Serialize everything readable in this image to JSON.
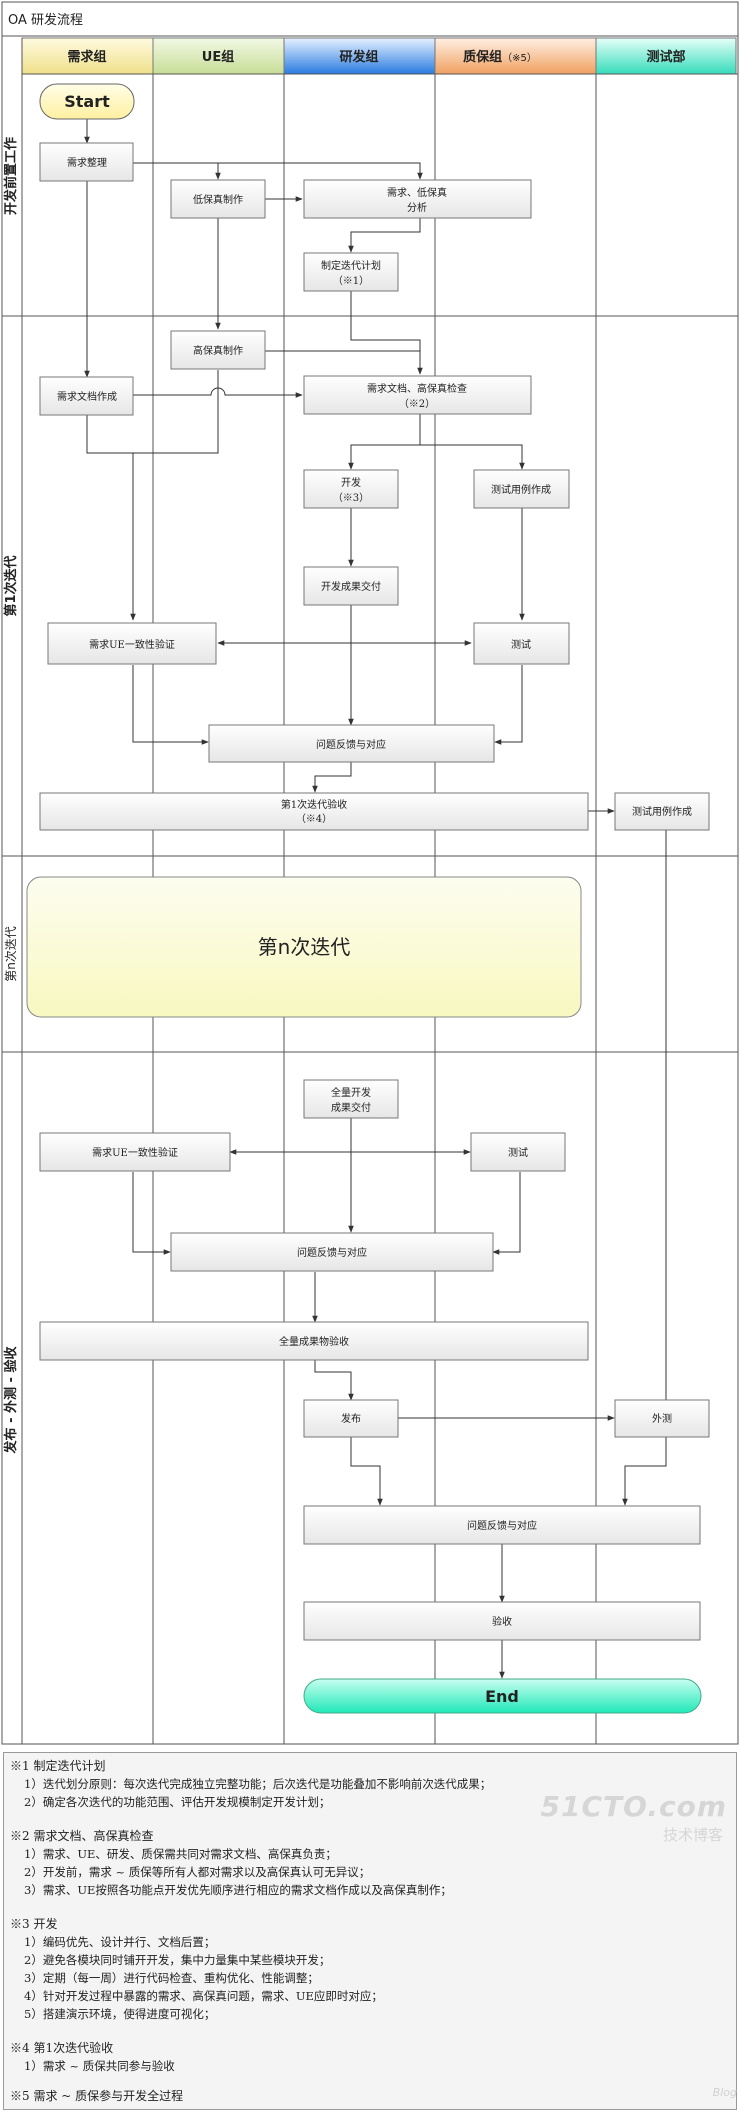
{
  "title": "OA 研发流程",
  "lanes": [
    {
      "label": "需求组",
      "sub": ""
    },
    {
      "label": "UE组",
      "sub": ""
    },
    {
      "label": "研发组",
      "sub": ""
    },
    {
      "label": "质保组",
      "sub": "（※5）"
    },
    {
      "label": "测试部",
      "sub": ""
    }
  ],
  "phases": [
    "开发前置工作",
    "第1次迭代",
    "第n次迭代",
    "发布 - 外测 - 验收"
  ],
  "nodes": {
    "start": "Start",
    "req_sort": "需求整理",
    "lofi": "低保真制作",
    "req_lofi_analysis_1": "需求、低保真",
    "req_lofi_analysis_2": "分析",
    "plan_1": "制定迭代计划",
    "plan_2": "（※1）",
    "hifi": "高保真制作",
    "req_doc": "需求文档作成",
    "doc_check_1": "需求文档、高保真检查",
    "doc_check_2": "（※2）",
    "dev_1": "开发",
    "dev_2": "（※3）",
    "testcase_1": "测试用例作成",
    "dev_deliver": "开发成果交付",
    "ue_verify_1": "需求UE一致性验证",
    "test_1": "测试",
    "feedback_1": "问题反馈与对应",
    "accept_1a": "第1次迭代验收",
    "accept_1b": "（※4）",
    "testcase_2": "测试用例作成",
    "iter_n": "第n次迭代",
    "full_deliver_1": "全量开发",
    "full_deliver_2": "成果交付",
    "ue_verify_2": "需求UE一致性验证",
    "test_2": "测试",
    "feedback_2": "问题反馈与对应",
    "full_accept": "全量成果物验收",
    "release": "发布",
    "ext_test": "外测",
    "feedback_3": "问题反馈与对应",
    "final_accept": "验收",
    "end": "End"
  },
  "notes": [
    {
      "title": "※1 制定迭代计划",
      "lines": [
        "1）迭代划分原则：每次迭代完成独立完整功能；后次迭代是功能叠加不影响前次迭代成果；",
        "2）确定各次迭代的功能范围、评估开发规模制定开发计划；"
      ]
    },
    {
      "title": "※2 需求文档、高保真检查",
      "lines": [
        "1）需求、UE、研发、质保需共同对需求文档、高保真负责；",
        "2）开发前，需求 ~ 质保等所有人都对需求以及高保真认可无异议；",
        "3）需求、UE按照各功能点开发优先顺序进行相应的需求文档作成以及高保真制作；"
      ]
    },
    {
      "title": "※3 开发",
      "lines": [
        "1）编码优先、设计并行、文档后置；",
        "2）避免各模块同时铺开开发，集中力量集中某些模块开发；",
        "3）定期（每一周）进行代码检查、重构优化、性能调整；",
        "4）针对开发过程中暴露的需求、高保真问题，需求、UE应即时对应；",
        "5）搭建演示环境，使得进度可视化；"
      ]
    },
    {
      "title": "※4 第1次迭代验收",
      "lines": [
        "1）需求 ~ 质保共同参与验收"
      ]
    },
    {
      "title": "※5 需求 ~ 质保参与开发全过程",
      "lines": []
    }
  ],
  "watermark": {
    "main": "51CTO.com",
    "sub": "技术博客",
    "blog": "Blog"
  },
  "colors": {
    "lane_req": "#f2e39a",
    "lane_ue": "#cfe3a6",
    "lane_dev": "#2f7fe0",
    "lane_qa": "#f2a56a",
    "lane_test": "#3fe0c0",
    "terminal_start": "#fff6b0",
    "terminal_end": "#30f0c0",
    "iter_n_box": "#fafad0"
  }
}
